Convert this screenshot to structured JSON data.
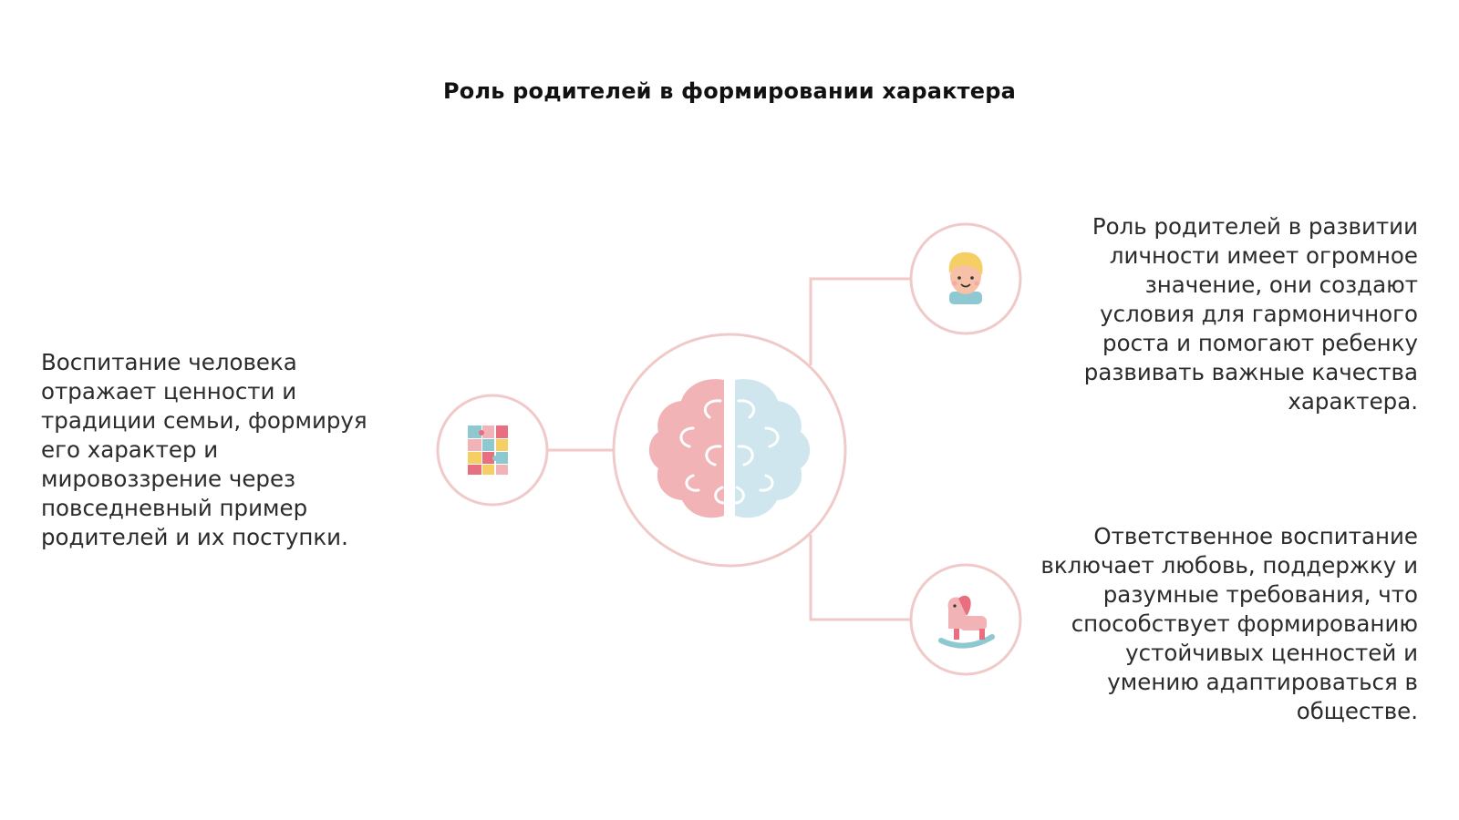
{
  "title": "Роль родителей в формировании характера",
  "nodes": {
    "center": {
      "icon": "brain-icon"
    },
    "left": {
      "icon": "puzzle-icon",
      "text": "Воспитание человека отражает ценности и традиции семьи, формируя его характер и мировоззрение через повседневный пример родителей и их поступки."
    },
    "right_top": {
      "icon": "child-face-icon",
      "text": "Роль родителей в развитии личности имеет огромное значение, они создают условия для гармоничного роста и помогают ребенку развивать важные качества характера."
    },
    "right_bottom": {
      "icon": "rocking-horse-icon",
      "text": "Ответственное воспитание включает любовь, поддержку и разумные требования, что способствует формированию устойчивых ценностей и умению адаптироваться в обществе."
    }
  },
  "colors": {
    "ring": "#f0c9c9",
    "connector": "#f0c9c9",
    "brain_left": "#f1b3b6",
    "brain_right": "#cfe6ee",
    "accent_teal": "#8ec9d2",
    "accent_yellow": "#f5cf63"
  }
}
